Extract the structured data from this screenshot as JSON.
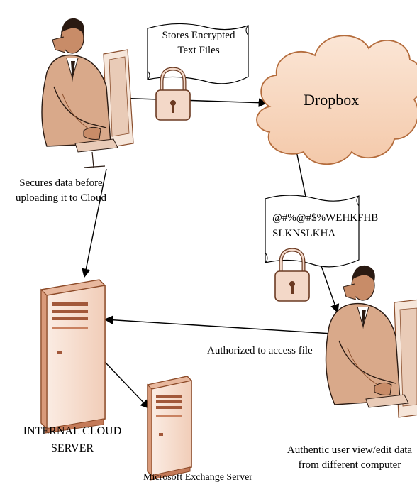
{
  "encrypted_files_label": {
    "line1": "Stores Encrypted",
    "line2": "Text Files"
  },
  "cloud_label": "Dropbox",
  "cipher_text": {
    "line1": "@#%@#$%WEHKFHB",
    "line2": "SLKNSLKHA"
  },
  "sender_caption": {
    "line1": "Secures data before",
    "line2": "uploading it to Cloud"
  },
  "access_label": "Authorized to access file",
  "internal_server_label": {
    "line1": "INTERNAL CLOUD",
    "line2": "SERVER"
  },
  "exchange_server_label": "Microsoft Exchange Server",
  "receiver_caption": {
    "line1": "Authentic user view/edit data",
    "line2": "from different computer"
  },
  "colors": {
    "server_fill": "#f9e6dc",
    "server_stroke": "#8c4a28",
    "cloud_fill": "#f9dcc6",
    "cloud_stroke": "#b46c3c",
    "scroll_fill": "#ffffff",
    "lock_fill": "#f3d8c8",
    "lock_stroke": "#6b3a22",
    "arrow": "#000000",
    "person_skin": "#8a4e2c",
    "person_shirt": "#d9a98a",
    "person_dark": "#2a1a12"
  },
  "icons": [
    "person-at-computer-icon",
    "lock-icon",
    "cloud-shape",
    "server-tower-icon"
  ]
}
